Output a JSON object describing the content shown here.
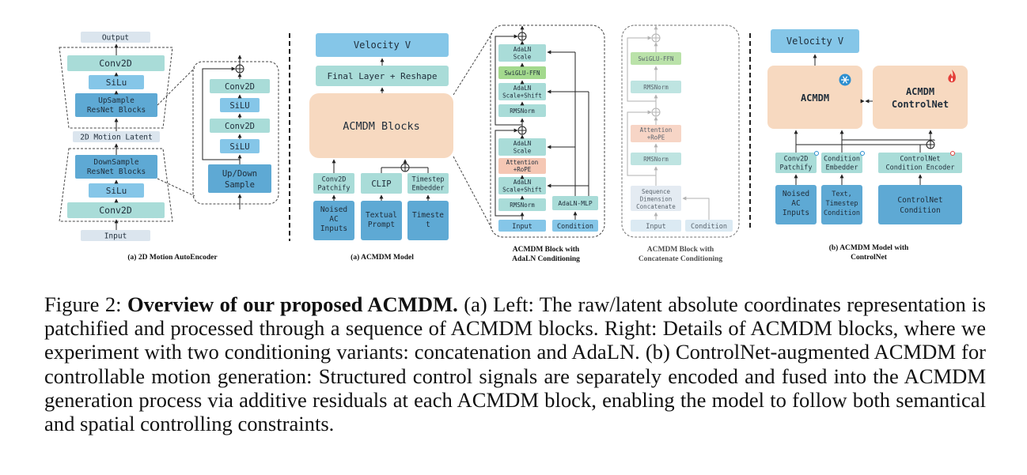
{
  "colors": {
    "teal": "#a9dcd8",
    "blue": "#85c6e8",
    "darkblue": "#5ea9d4",
    "peach": "#f7d9c0",
    "lightgray": "#dbe5ee",
    "green": "#a3d98d",
    "salmon": "#f5c7b4"
  },
  "icons": {
    "frozen": "snowflake-icon",
    "trainable": "flame-icon"
  },
  "panel_a_ae": {
    "output": "Output",
    "dec_conv2d": "Conv2D",
    "dec_silu": "SiLu",
    "upsample_l1": "UpSample",
    "upsample_l2": "ResNet Blocks",
    "latent": "2D Motion Latent",
    "downsample_l1": "DownSample",
    "downsample_l2": "ResNet Blocks",
    "enc_silu": "SiLu",
    "enc_conv2d": "Conv2D",
    "input": "Input",
    "zoom_conv2d_top": "Conv2D",
    "zoom_silu_top": "SiLU",
    "zoom_conv2d_bottom": "Conv2D",
    "zoom_silu_bottom": "SiLU",
    "zoom_sample_l1": "Up/Down",
    "zoom_sample_l2": "Sample",
    "caption": "(a) 2D Motion AutoEncoder"
  },
  "panel_a_model": {
    "velocity": "Velocity V",
    "final_layer": "Final Layer + Reshape",
    "blocks": "ACMDM Blocks",
    "patchify_l1": "Conv2D",
    "patchify_l2": "Patchify",
    "clip": "CLIP",
    "timestep_emb_l1": "Timestep",
    "timestep_emb_l2": "Embedder",
    "noised_l1": "Noised",
    "noised_l2": "AC",
    "noised_l3": "Inputs",
    "prompt_l1": "Textual",
    "prompt_l2": "Prompt",
    "timestep_l1": "Timeste",
    "timestep_l2": "t",
    "caption": "(a) ACMDM Model"
  },
  "adaln_block": {
    "scale_top_l1": "AdaLN",
    "scale_top_l2": "Scale",
    "swiglu": "SwiGLU-FFN",
    "scaleshift_top_l1": "AdaLN",
    "scaleshift_top_l2": "Scale+Shift",
    "rmsnorm_top": "RMSNorm",
    "scale_bottom_l1": "AdaLN",
    "scale_bottom_l2": "Scale",
    "attention_l1": "Attention",
    "attention_l2": "+RoPE",
    "scaleshift_bottom_l1": "AdaLN",
    "scaleshift_bottom_l2": "Scale+Shift",
    "rmsnorm_bottom": "RMSNorm",
    "adaln_mlp": "AdaLN-MLP",
    "input": "Input",
    "condition": "Condition",
    "caption_l1": "ACMDM Block with",
    "caption_l2": "AdaLN Conditioning"
  },
  "concat_block": {
    "swiglu": "SwiGLU-FFN",
    "rmsnorm_top": "RMSNorm",
    "attention_l1": "Attention",
    "attention_l2": "+RoPE",
    "rmsnorm_bottom": "RMSNorm",
    "seq_l1": "Sequence",
    "seq_l2": "Dimension",
    "seq_l3": "Concatenate",
    "input": "Input",
    "condition": "Condition",
    "caption_l1": "ACMDM Block with",
    "caption_l2": "Concatenate Conditioning"
  },
  "panel_b": {
    "velocity": "Velocity V",
    "acmdm": "ACMDM",
    "controlnet_l1": "ACMDM",
    "controlnet_l2": "ControlNet",
    "patchify_l1": "Conv2D",
    "patchify_l2": "Patchify",
    "cond_emb_l1": "Condition",
    "cond_emb_l2": "Embedder",
    "ctrl_enc_l1": "ControlNet",
    "ctrl_enc_l2": "Condition Encoder",
    "noised_l1": "Noised",
    "noised_l2": "AC",
    "noised_l3": "Inputs",
    "text_l1": "Text,",
    "text_l2": "Timestep",
    "text_l3": "Condition",
    "ctrl_cond_l1": "ControlNet",
    "ctrl_cond_l2": "Condition",
    "caption_l1": "(b) ACMDM Model with",
    "caption_l2": "ControlNet"
  },
  "caption": {
    "label": "Figure 2:",
    "title": "Overview of our proposed ACMDM.",
    "body": "(a) Left: The raw/latent absolute coordinates representation is patchified and processed through a sequence of ACMDM blocks. Right: Details of ACMDM blocks, where we experiment with two conditioning variants: concatenation and AdaLN. (b) ControlNet-augmented ACMDM for controllable motion generation: Structured control signals are separately encoded and fused into the ACMDM generation process via additive residuals at each ACMDM block, enabling the model to follow both semantical and spatial controlling constraints."
  }
}
